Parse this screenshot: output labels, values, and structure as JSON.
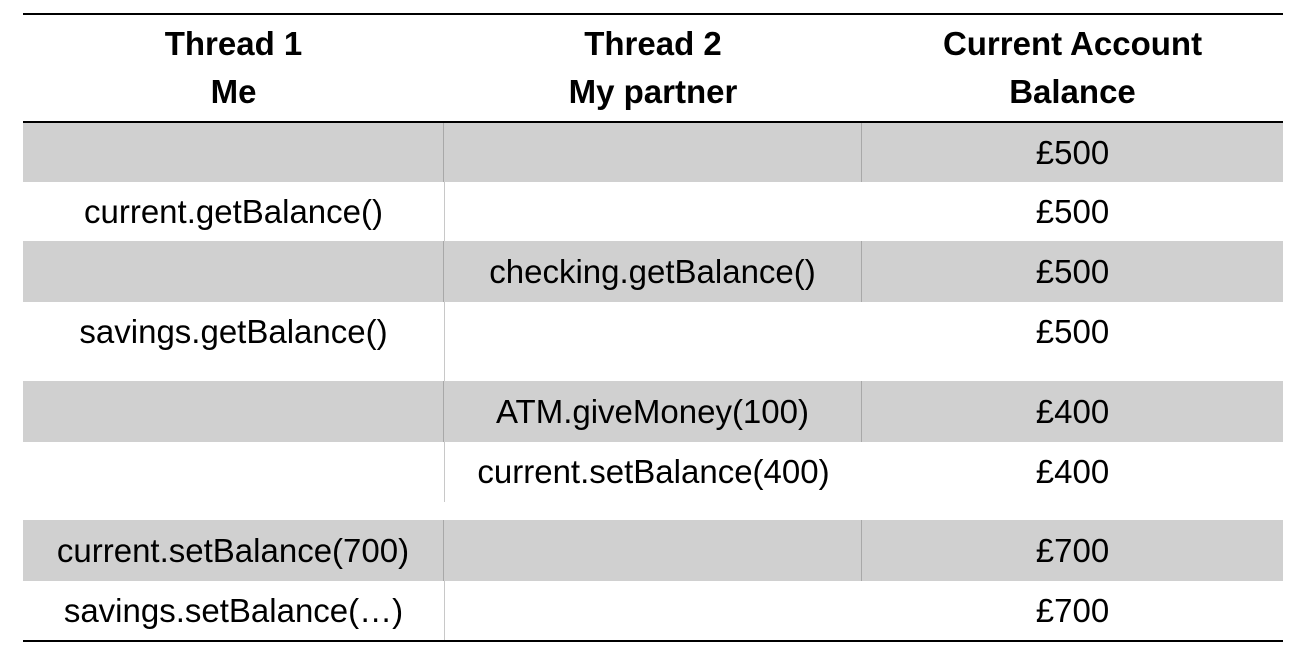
{
  "table": {
    "headers": [
      {
        "line1": "Thread 1",
        "line2": "Me"
      },
      {
        "line1": "Thread 2",
        "line2": "My partner"
      },
      {
        "line1": "Current Account",
        "line2": "Balance"
      }
    ],
    "rows": [
      {
        "thread1": "",
        "thread2": "",
        "balance": "£500"
      },
      {
        "thread1": "current.getBalance()",
        "thread2": "",
        "balance": "£500"
      },
      {
        "thread1": "",
        "thread2": "checking.getBalance()",
        "balance": "£500"
      },
      {
        "thread1": "savings.getBalance()",
        "thread2": "",
        "balance": "£500"
      },
      {
        "thread1": "",
        "thread2": "ATM.giveMoney(100)",
        "balance": "£400"
      },
      {
        "thread1": "",
        "thread2": "current.setBalance(400)",
        "balance": "£400"
      },
      {
        "thread1": "current.setBalance(700)",
        "thread2": "",
        "balance": "£700"
      },
      {
        "thread1": "savings.setBalance(…)",
        "thread2": "",
        "balance": "£700"
      }
    ]
  }
}
